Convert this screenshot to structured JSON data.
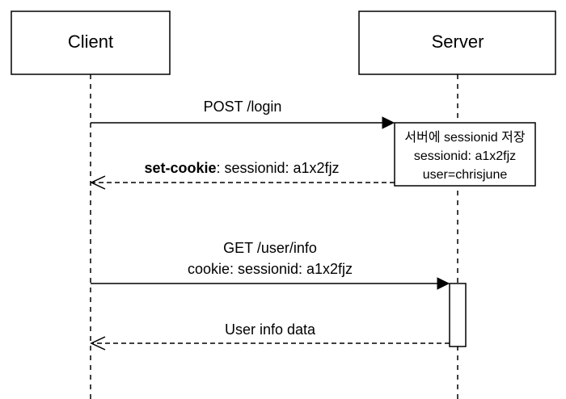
{
  "participants": {
    "client": {
      "label": "Client"
    },
    "server": {
      "label": "Server"
    }
  },
  "messages": {
    "login": {
      "label": "POST /login"
    },
    "set_cookie": {
      "bold": "set-cookie",
      "rest": ": sessionid: a1x2fjz"
    },
    "get_info": {
      "line1": "GET /user/info",
      "line2": "cookie: sessionid: a1x2fjz"
    },
    "user_info": {
      "label": "User info data"
    }
  },
  "note": {
    "line1": "서버에 sessionid 저장",
    "line2": "sessionid: a1x2fjz",
    "line3": "user=chrisjune"
  }
}
